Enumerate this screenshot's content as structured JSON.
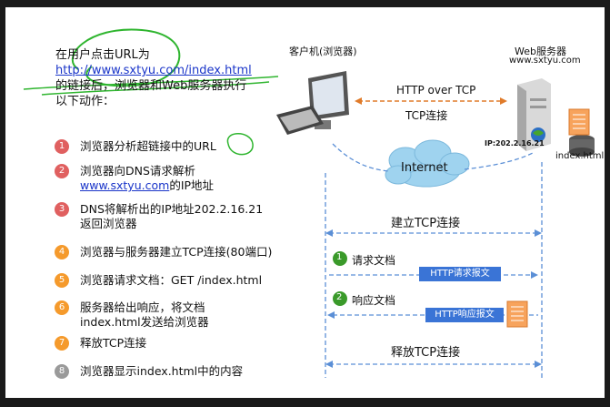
{
  "intro": {
    "line1": "在用户点击URL为",
    "url": "http://www.sxtyu.com/index.html",
    "line3": "的链接后，浏览器和Web服务器执行",
    "line4": "以下动作："
  },
  "steps": [
    {
      "n": "1",
      "text": "浏览器分析超链接中的URL",
      "color": "#e06060"
    },
    {
      "n": "2",
      "text": "浏览器向DNS请求解析",
      "text2": "www.sxtyu.com",
      "text2b": "的IP地址",
      "color": "#e06060"
    },
    {
      "n": "3",
      "text": "DNS将解析出的IP地址202.2.16.21",
      "text2": "返回浏览器",
      "color": "#e06060"
    },
    {
      "n": "4",
      "text": "浏览器与服务器建立TCP连接(80端口)",
      "color": "#f59a2c"
    },
    {
      "n": "5",
      "text": "浏览器请求文档：GET /index.html",
      "color": "#f59a2c"
    },
    {
      "n": "6",
      "text": "服务器给出响应，将文档",
      "text2": "index.html发送给浏览器",
      "color": "#f59a2c"
    },
    {
      "n": "7",
      "text": "释放TCP连接",
      "color": "#f59a2c"
    },
    {
      "n": "8",
      "text": "浏览器显示index.html中的内容",
      "color": "#9a9a9a"
    }
  ],
  "client": {
    "label": "客户机(浏览器)",
    "ip": "IP:202.2.16.21"
  },
  "server": {
    "label": "Web服务器",
    "host": "www.sxtyu.com",
    "file": "index.html"
  },
  "http_over_tcp": "HTTP over TCP",
  "tcp_conn": "TCP连接",
  "internet": "Internet",
  "seq": {
    "establish": "建立TCP连接",
    "req_num": "1",
    "req_label": "请求文档",
    "req_packet": "HTTP请求报文",
    "resp_num": "2",
    "resp_label": "响应文档",
    "resp_packet": "HTTP响应报文",
    "release": "释放TCP连接"
  },
  "colors": {
    "accent": "#1a35c9",
    "green": "#3a9a2a",
    "packet": "#3a74d6",
    "dash": "#5b8fd6"
  }
}
